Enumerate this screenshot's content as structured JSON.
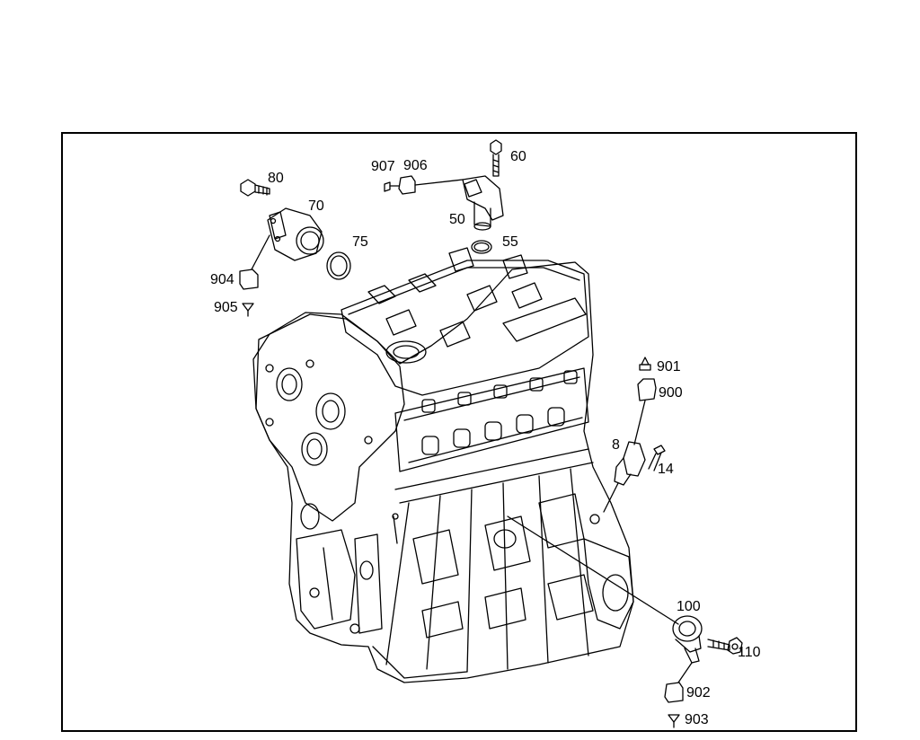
{
  "diagram": {
    "line_color": "#000000",
    "labels": {
      "l60": "60",
      "l907": "907",
      "l906": "906",
      "l80": "80",
      "l70": "70",
      "l50": "50",
      "l75": "75",
      "l55": "55",
      "l904": "904",
      "l905": "905",
      "l901": "901",
      "l900": "900",
      "l8": "8",
      "l14": "14",
      "l100": "100",
      "l110": "110",
      "l902": "902",
      "l903": "903"
    }
  }
}
